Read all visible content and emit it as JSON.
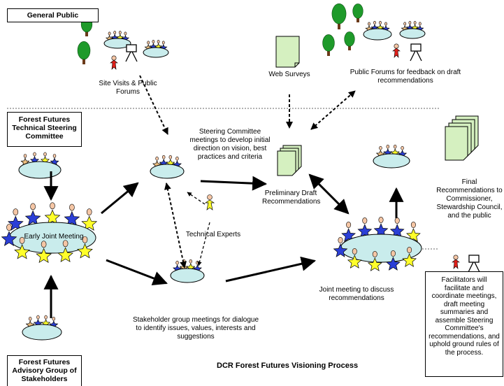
{
  "boxes": {
    "general_public": "General Public",
    "technical_steering": "Forest Futures Technical Steering Committee",
    "advisory_group": "Forest Futures Advisory Group of Stakeholders",
    "facilitators": "Facilitators will facilitate and coordinate meetings, draft meeting summaries and assemble Steering Committee's recommendations, and uphold ground rules of the process."
  },
  "labels": {
    "site_visits": "Site Visits & Public Forums",
    "web_surveys": "Web Surveys",
    "public_forums": "Public Forums for feedback on draft recommendations",
    "steering_meetings": "Steering Committee meetings to develop initial direction on vision, best practices and criteria",
    "preliminary_draft": "Preliminary Draft Recommendations",
    "final_recommendations": "Final Recommendations to Commissioner, Stewardship Council, and the public",
    "early_joint_meeting": "Early Joint Meeting",
    "technical_experts": "Technical Experts",
    "joint_meeting": "Joint meeting to discuss recommendations",
    "stakeholder_meetings": "Stakeholder group meetings for dialogue to identify issues, values, interests and suggestions"
  },
  "title": "DCR Forest Futures Visioning Process",
  "colors": {
    "table": "#c9ecec",
    "star_blue": "#2b3fd6",
    "star_yellow": "#ffff2a",
    "person_red": "#e0201a",
    "tree_green": "#1e9a2a",
    "document": "#d5f0c0"
  }
}
